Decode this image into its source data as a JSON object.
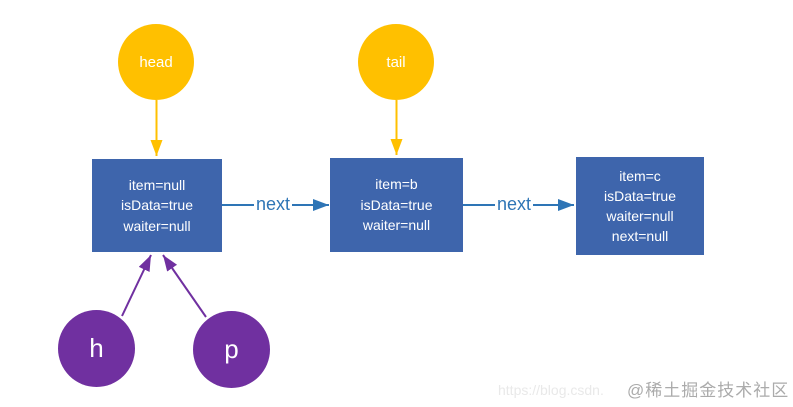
{
  "diagram": {
    "title_implicit": "linked queue structure",
    "pointers_top": [
      {
        "label": "head"
      },
      {
        "label": "tail"
      }
    ],
    "nodes": [
      {
        "lines": [
          "item=null",
          "isData=true",
          "waiter=null"
        ]
      },
      {
        "lines": [
          "item=b",
          "isData=true",
          "waiter=null"
        ]
      },
      {
        "lines": [
          "item=c",
          "isData=true",
          "waiter=null",
          "next=null"
        ]
      }
    ],
    "edge_labels": [
      "next",
      "next"
    ],
    "pointers_bottom": [
      {
        "label": "h"
      },
      {
        "label": "p"
      }
    ]
  },
  "watermark": {
    "faint_url": "https://blog.csdn.",
    "community": "@稀土掘金技术社区"
  },
  "colors": {
    "node_fill": "#3E65AC",
    "pointer_top_fill": "#FFC000",
    "pointer_bottom_fill": "#7030A0",
    "edge_blue": "#2E75B6",
    "node_text": "#FFFFFF"
  }
}
